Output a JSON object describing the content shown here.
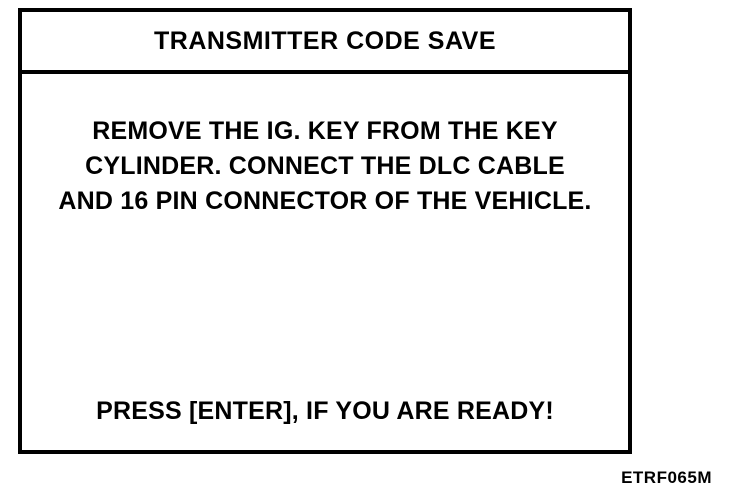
{
  "screen": {
    "title": "TRANSMITTER CODE SAVE",
    "body_lines": [
      "REMOVE THE IG. KEY FROM THE KEY",
      "CYLINDER. CONNECT THE DLC CABLE",
      "AND 16 PIN CONNECTOR OF THE VEHICLE."
    ],
    "prompt": "PRESS [ENTER], IF YOU ARE READY!"
  },
  "figure": {
    "reference_code": "ETRF065M"
  },
  "colors": {
    "foreground": "#000000",
    "background": "#ffffff"
  }
}
